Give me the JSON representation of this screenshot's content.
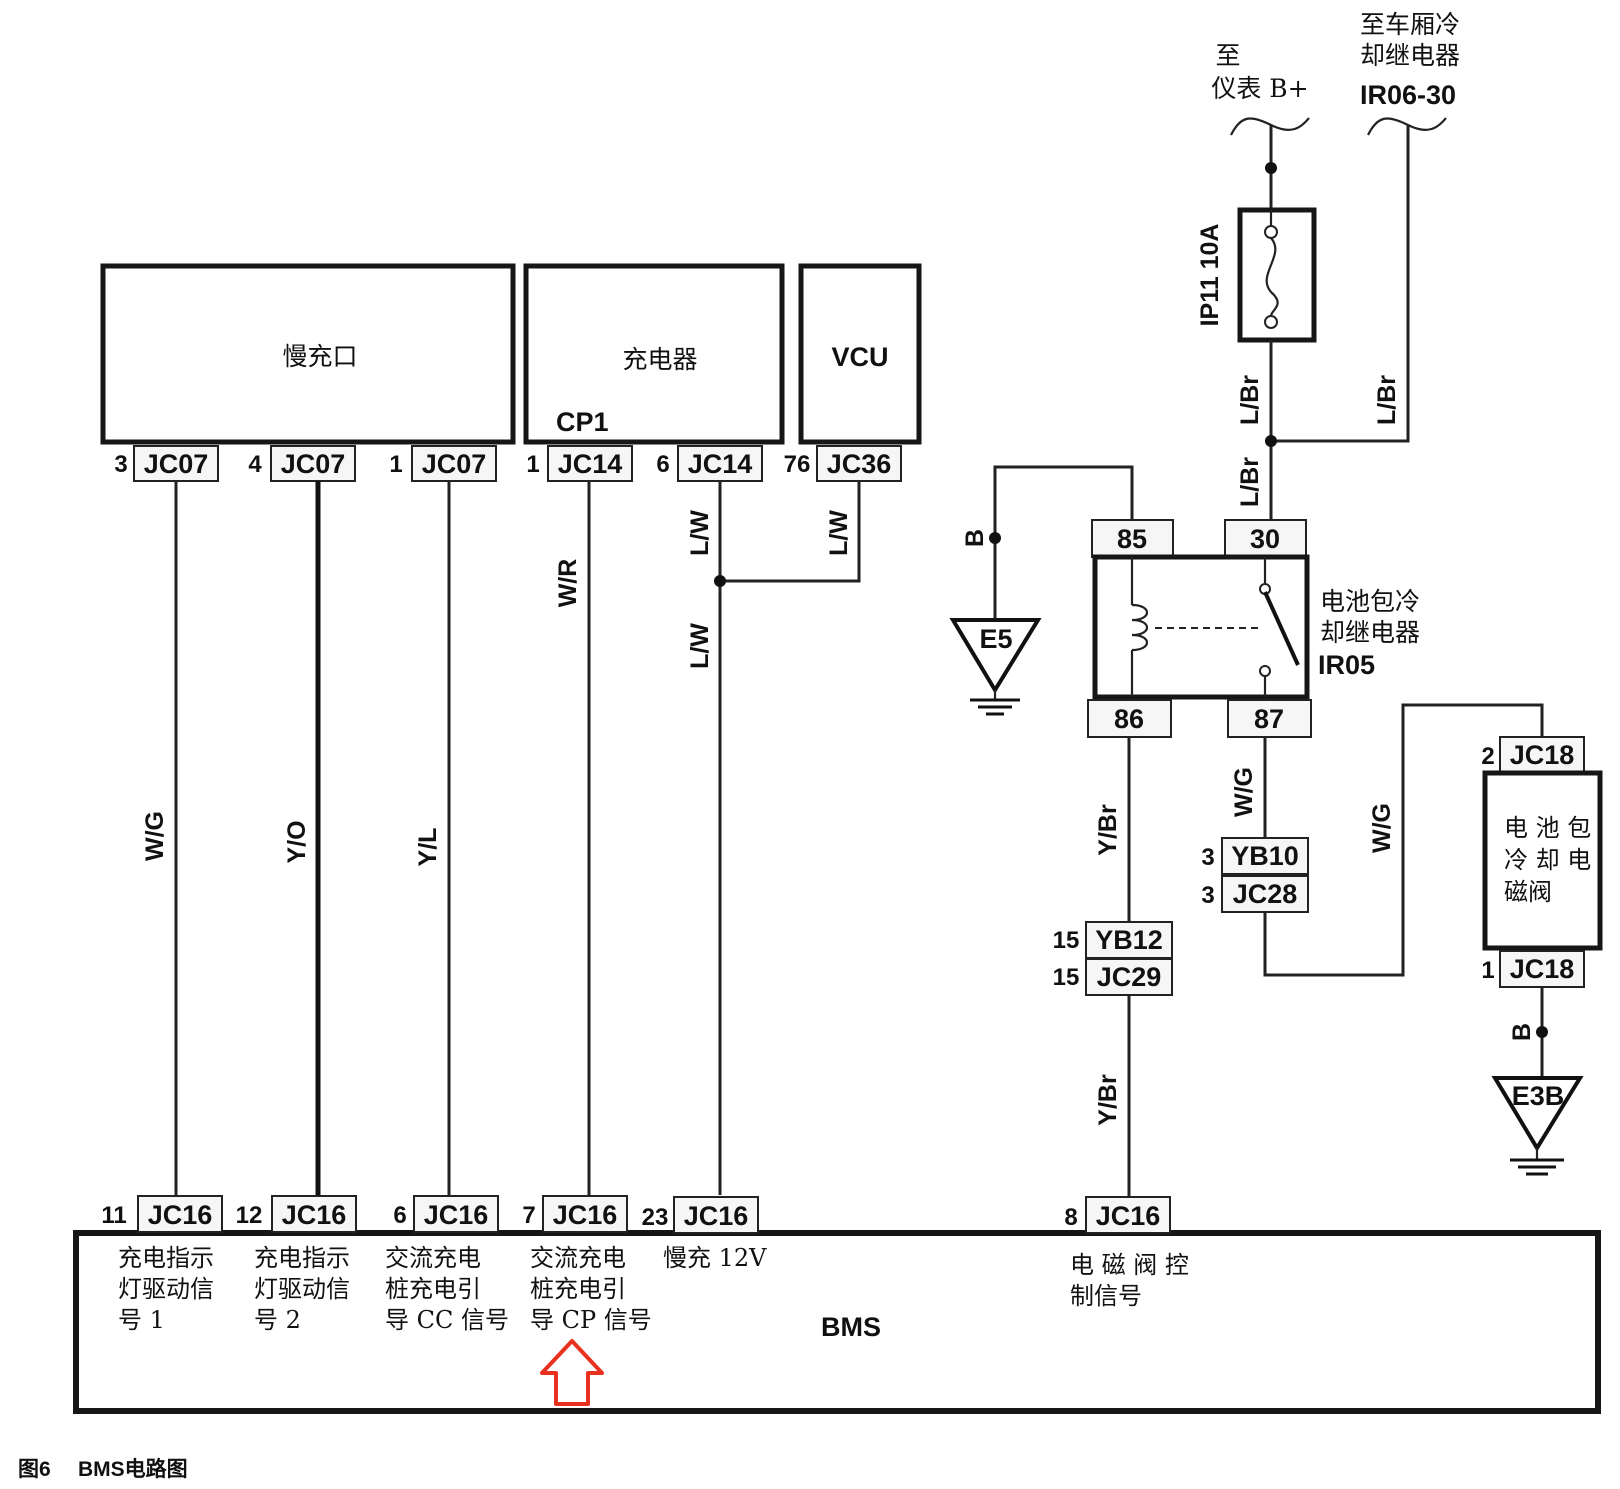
{
  "components": {
    "slow_port": "慢充口",
    "charger": "充电器",
    "charger_sub": "CP1",
    "vcu": "VCU",
    "bms": "BMS",
    "relay_name": [
      "电池包冷",
      "却继电器",
      "IR05"
    ],
    "valve_name": [
      "电 池 包",
      "冷 却 电",
      "磁阀"
    ],
    "fuse": "IP11 10A"
  },
  "top_notes": {
    "instrument": [
      "至",
      "仪表 B+"
    ],
    "cabin_relay": [
      "至车厢冷",
      "却继电器",
      "IR06-30"
    ]
  },
  "connectors": {
    "c1": {
      "pin": "3",
      "name": "JC07"
    },
    "c2": {
      "pin": "4",
      "name": "JC07"
    },
    "c3": {
      "pin": "1",
      "name": "JC07"
    },
    "c4": {
      "pin": "1",
      "name": "JC14"
    },
    "c5": {
      "pin": "6",
      "name": "JC14"
    },
    "c6": {
      "pin": "76",
      "name": "JC36"
    },
    "b1": {
      "pin": "11",
      "name": "JC16"
    },
    "b2": {
      "pin": "12",
      "name": "JC16"
    },
    "b3": {
      "pin": "6",
      "name": "JC16"
    },
    "b4": {
      "pin": "7",
      "name": "JC16"
    },
    "b5": {
      "pin": "23",
      "name": "JC16"
    },
    "b6": {
      "pin": "8",
      "name": "JC16"
    },
    "yb12": {
      "pin": "15",
      "name": "YB12"
    },
    "jc29": {
      "pin": "15",
      "name": "JC29"
    },
    "yb10": {
      "pin": "3",
      "name": "YB10"
    },
    "jc28": {
      "pin": "3",
      "name": "JC28"
    },
    "jc18a": {
      "pin": "2",
      "name": "JC18"
    },
    "jc18b": {
      "pin": "1",
      "name": "JC18"
    }
  },
  "relay_pins": {
    "p85": "85",
    "p30": "30",
    "p86": "86",
    "p87": "87"
  },
  "wires": {
    "w1": "W/G",
    "w2": "Y/O",
    "w3": "Y/L",
    "w4": "W/R",
    "w5a": "L/W",
    "w5b": "L/W",
    "w6": "L/W",
    "lbr1": "L/Br",
    "lbr2": "L/Br",
    "lbr3": "L/Br",
    "ybr1": "Y/Br",
    "ybr2": "Y/Br",
    "wg87": "W/G",
    "wg2": "W/G",
    "b1": "B",
    "b2": "B"
  },
  "grounds": {
    "e5": "E5",
    "e3b": "E3B"
  },
  "bms_signals": {
    "s1": [
      "充电指示",
      "灯驱动信",
      "号 1"
    ],
    "s2": [
      "充电指示",
      "灯驱动信",
      "号 2"
    ],
    "s3": [
      "交流充电",
      "桩充电引",
      "导 CC 信号"
    ],
    "s4": [
      "交流充电",
      "桩充电引",
      "导 CP 信号"
    ],
    "s5": [
      "慢充 12V"
    ],
    "s6": [
      "电 磁 阀 控",
      "制信号"
    ]
  },
  "caption": {
    "fig": "图6",
    "title": "BMS电路图"
  },
  "colors": {
    "line": "#161616",
    "highlight": "#e8311f"
  }
}
